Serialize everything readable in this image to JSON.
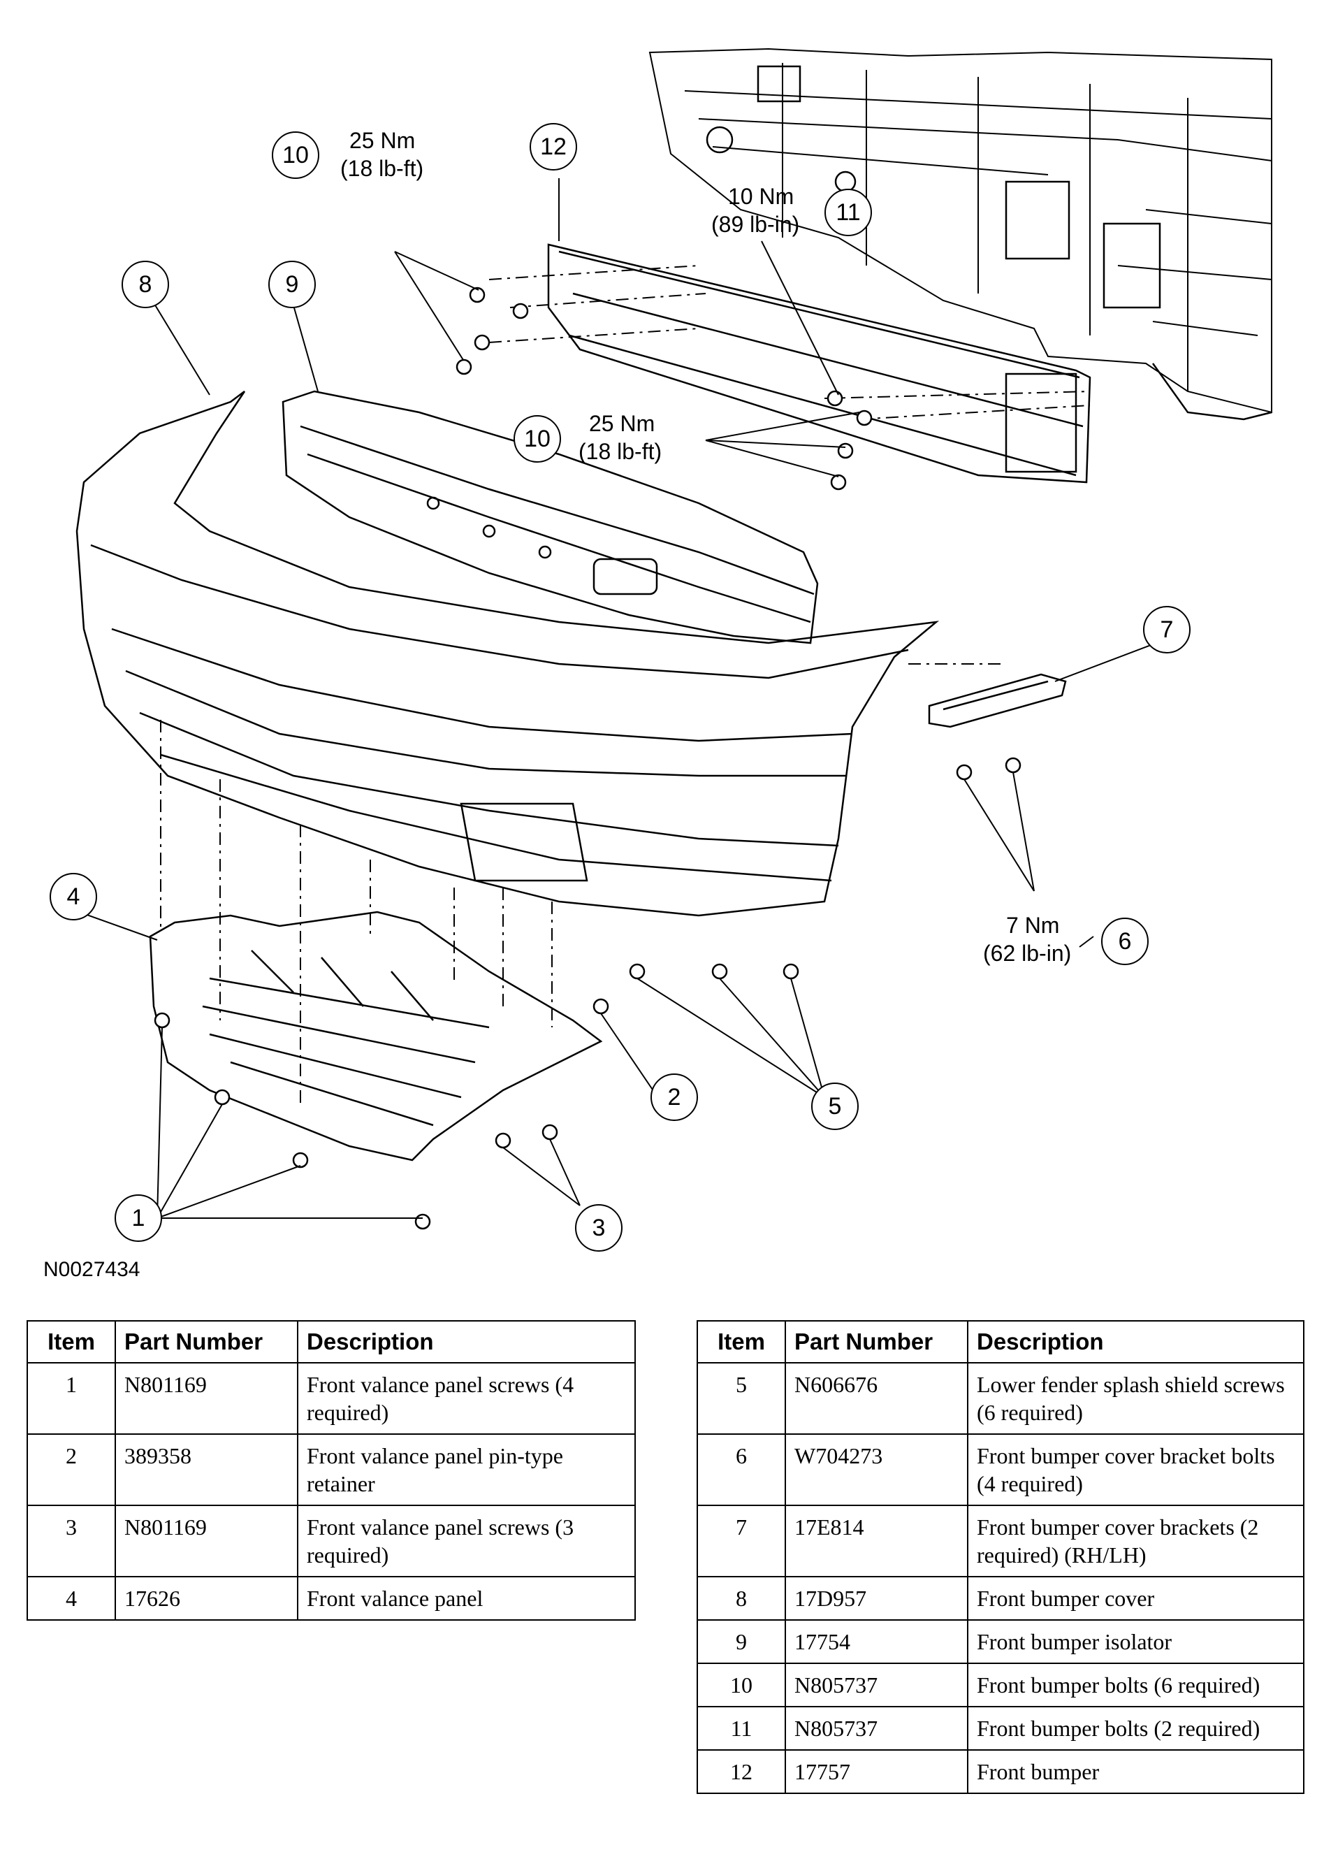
{
  "figure_id": "N0027434",
  "callouts": {
    "c1": "1",
    "c2": "2",
    "c3": "3",
    "c4": "4",
    "c5": "5",
    "c6": "6",
    "c7": "7",
    "c8": "8",
    "c9": "9",
    "c10a": "10",
    "c10b": "10",
    "c11": "11",
    "c12": "12"
  },
  "torque_labels": {
    "t10a_nm": "25 Nm",
    "t10a_lb": "(18 lb-ft)",
    "t11_nm": "10 Nm",
    "t11_lb": "(89 lb-in)",
    "t10b_nm": "25 Nm",
    "t10b_lb": "(18 lb-ft)",
    "t6_nm": "7 Nm",
    "t6_lb": "(62 lb-in)"
  },
  "table_headers": {
    "item": "Item",
    "part_number": "Part Number",
    "description": "Description"
  },
  "table_left": [
    {
      "item": "1",
      "part": "N801169",
      "desc": "Front valance panel screws (4 required)"
    },
    {
      "item": "2",
      "part": "389358",
      "desc": "Front valance panel pin-type retainer"
    },
    {
      "item": "3",
      "part": "N801169",
      "desc": "Front valance panel screws (3 required)"
    },
    {
      "item": "4",
      "part": "17626",
      "desc": "Front valance panel"
    }
  ],
  "table_right": [
    {
      "item": "5",
      "part": "N606676",
      "desc": "Lower fender splash shield screws (6 required)"
    },
    {
      "item": "6",
      "part": "W704273",
      "desc": "Front bumper cover bracket bolts (4 required)"
    },
    {
      "item": "7",
      "part": "17E814",
      "desc": "Front bumper cover brackets (2 required) (RH/LH)"
    },
    {
      "item": "8",
      "part": "17D957",
      "desc": "Front bumper cover"
    },
    {
      "item": "9",
      "part": "17754",
      "desc": "Front bumper isolator"
    },
    {
      "item": "10",
      "part": "N805737",
      "desc": "Front bumper bolts (6 required)"
    },
    {
      "item": "11",
      "part": "N805737",
      "desc": "Front bumper bolts (2 required)"
    },
    {
      "item": "12",
      "part": "17757",
      "desc": "Front bumper"
    }
  ]
}
